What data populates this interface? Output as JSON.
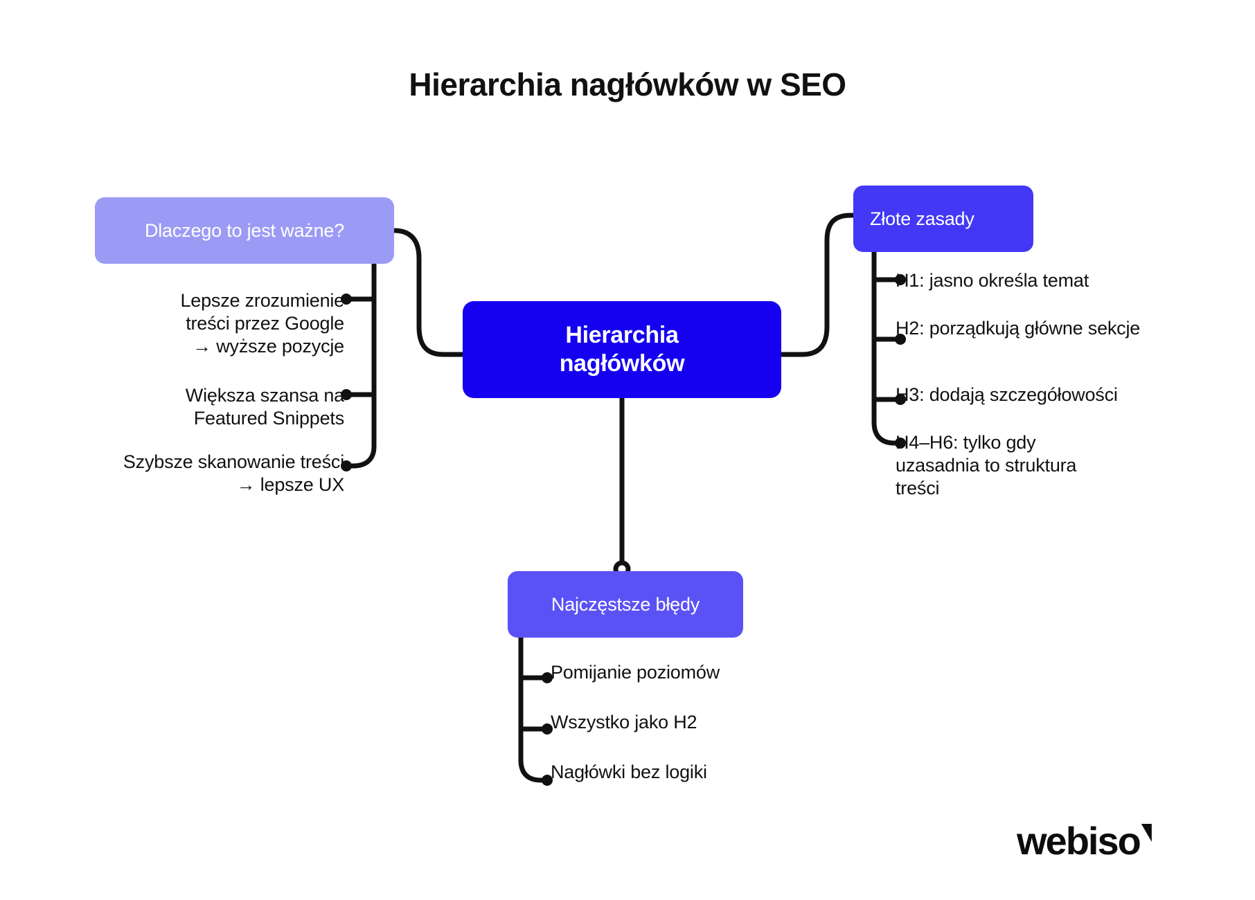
{
  "title": "Hierarchia nagłówków w SEO",
  "colors": {
    "center_node": "#1500F0",
    "rules_node": "#4338F5",
    "mistakes_node": "#5B52F5",
    "why_node": "#9B9BF5",
    "connector": "#111111",
    "background": "#FFFFFF",
    "text_dark": "#111111",
    "text_light": "#FFFFFF"
  },
  "center": {
    "label": "Hierarchia\nnagłówków"
  },
  "branches": {
    "why": {
      "label": "Dlaczego to jest ważne?",
      "items": [
        "Lepsze zrozumienie\ntreści przez Google\n→ wyższe pozycje",
        "Większa szansa na\nFeatured Snippets",
        "Szybsze skanowanie treści\n→ lepsze UX"
      ]
    },
    "rules": {
      "label": "Złote zasady",
      "items": [
        "H1: jasno określa temat",
        "H2: porządkują główne sekcje",
        "H3: dodają szczegółowości",
        "H4–H6: tylko gdy\nuzasadnia to struktura\ntreści"
      ]
    },
    "mistakes": {
      "label": "Najczęstsze błędy",
      "items": [
        "Pomijanie poziomów",
        "Wszystko jako H2",
        "Nagłówki bez logiki"
      ]
    }
  },
  "brand": {
    "name": "webiso"
  }
}
